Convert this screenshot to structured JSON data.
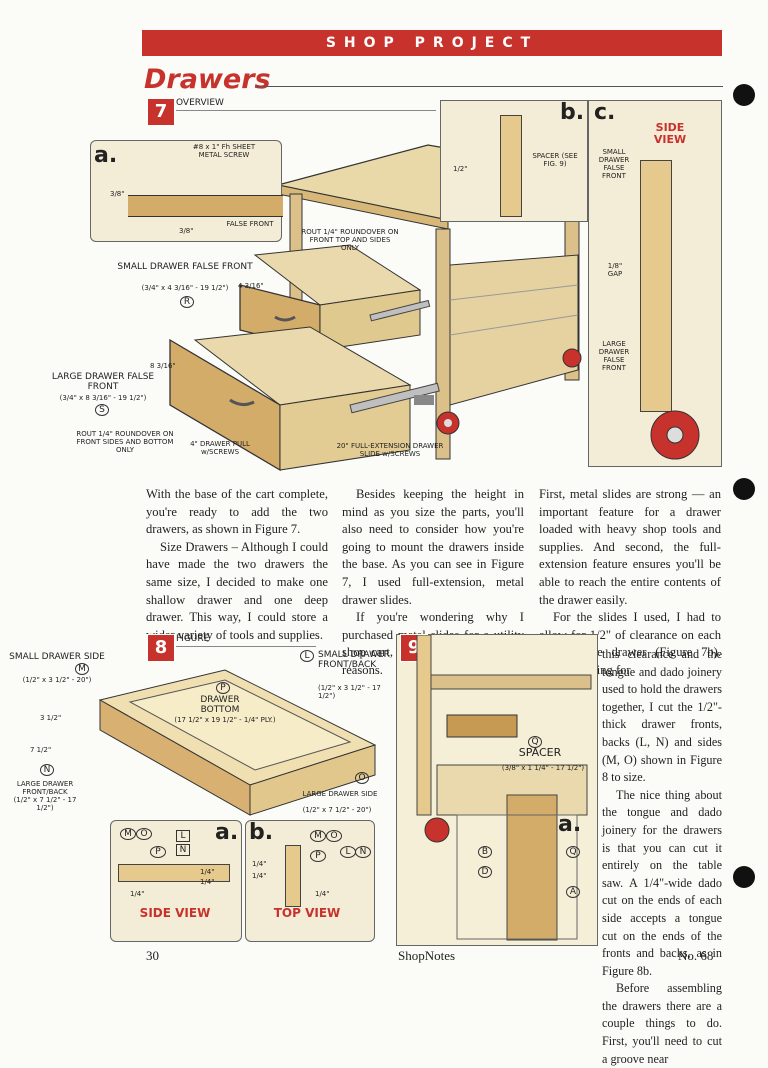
{
  "header": {
    "banner": "SHOP PROJECT",
    "title": "Drawers"
  },
  "figure7": {
    "badge": "7",
    "label": "OVERVIEW",
    "detail_a": {
      "letter": "a.",
      "screw": "#8 x 1\" Fh SHEET METAL SCREW",
      "dim_top": "3/8\"",
      "dim_bottom": "3/8\"",
      "false_front": "FALSE FRONT"
    },
    "detail_b": {
      "letter": "b.",
      "spacer": "SPACER (SEE FIG. 9)",
      "dim": "1/2\""
    },
    "detail_c": {
      "letter": "c.",
      "side_view": "SIDE VIEW",
      "small_front": "SMALL DRAWER FALSE FRONT",
      "gap": "1/8\" GAP",
      "large_front": "LARGE DRAWER FALSE FRONT"
    },
    "labels": {
      "small_drawer": "SMALL DRAWER FALSE FRONT",
      "small_drawer_dims": "(3/4\" x 4 3/16\" - 19 1/2\")",
      "small_part": "R",
      "small_height": "4 3/16\"",
      "rout_top": "ROUT 1/4\" ROUNDOVER ON FRONT TOP AND SIDES ONLY",
      "large_drawer": "LARGE DRAWER FALSE FRONT",
      "large_drawer_dims": "(3/4\" x 8 3/16\" - 19 1/2\")",
      "large_part": "S",
      "large_height": "8 3/16\"",
      "rout_bottom": "ROUT 1/4\" ROUNDOVER ON FRONT SIDES AND BOTTOM ONLY",
      "pull": "4\" DRAWER PULL w/SCREWS",
      "slide": "20\" FULL-EXTENSION DRAWER SLIDE w/SCREWS"
    }
  },
  "body": {
    "col1": [
      "With the base of the cart complete, you're ready to add the two drawers, as shown in Figure 7.",
      "Size Drawers – Although I could have made the two drawers the same size, I decided to make one shallow drawer and one deep drawer. This way, I could store a wider variety of tools and supplies."
    ],
    "col2": [
      "Besides keeping the height in mind as you size the parts, you'll also need to consider how you're going to mount the drawers inside the base. As you can see in Figure 7, I used full-extension, metal drawer slides.",
      "If you're wondering why I purchased metal slides for a utility shop cart, there are a couple good reasons."
    ],
    "col3_top": [
      "First, metal slides are strong — an important feature for a drawer loaded with heavy shop tools and supplies. And second, the full-extension feature ensures you'll be able to reach the entire contents of the drawer easily.",
      "For the slides I used, I had to allow for 1/2\" of clearance on each side of the drawer (Figure 7b). After allowing for"
    ],
    "col3_bottom": [
      "this clearance and the tongue and dado joinery used to hold the drawers together, I cut the 1/2\"-thick drawer fronts, backs (L, N) and sides (M, O) shown in Figure 8 to size.",
      "The nice thing about the tongue and dado joinery for the drawers is that you can cut it entirely on the table saw. A 1/4\"-wide dado cut on the ends of each side accepts a tongue cut on the ends of the fronts and backs, as in Figure 8b.",
      "Before assembling the drawers there are a couple things to do. First, you'll need to cut a groove near"
    ]
  },
  "figure8": {
    "badge": "8",
    "label": "FIGURE",
    "small_side": "SMALL DRAWER SIDE",
    "small_side_part": "M",
    "small_side_dims": "(1/2\" x 3 1/2\" - 20\")",
    "small_front": "SMALL DRAWER FRONT/BACK",
    "small_front_part": "L",
    "small_front_dims": "(1/2\" x 3 1/2\" - 17 1/2\")",
    "bottom": "DRAWER BOTTOM",
    "bottom_part": "P",
    "bottom_dims": "(17 1/2\" x 19 1/2\" - 1/4\" PLY.)",
    "h1": "3 1/2\"",
    "h2": "7 1/2\"",
    "large_front": "LARGE DRAWER FRONT/BACK",
    "large_front_part": "N",
    "large_front_dims": "(1/2\" x 7 1/2\" - 17 1/2\")",
    "large_side": "LARGE DRAWER SIDE",
    "large_side_part": "O",
    "large_side_dims": "(1/2\" x 7 1/2\" - 20\")",
    "detail_a": {
      "letter": "a.",
      "caption": "SIDE VIEW",
      "parts": [
        "M",
        "O",
        "P",
        "L",
        "N"
      ],
      "dim1": "1/4\"",
      "dim2": "1/4\"",
      "dim3": "1/4\""
    },
    "detail_b": {
      "letter": "b.",
      "caption": "TOP VIEW",
      "parts": [
        "M",
        "O",
        "P",
        "L",
        "N"
      ],
      "dim1": "1/4\"",
      "dim2": "1/4\"",
      "dim3": "1/4\""
    }
  },
  "figure9": {
    "badge": "9",
    "spacer": "SPACER",
    "spacer_part": "Q",
    "spacer_dims": "(3/8\" x 1 1/4\" - 17 1/2\")",
    "detail_a": "a.",
    "parts": [
      "B",
      "D",
      "Q",
      "A"
    ]
  },
  "footer": {
    "page": "30",
    "mag": "ShopNotes",
    "issue": "No. 68"
  }
}
